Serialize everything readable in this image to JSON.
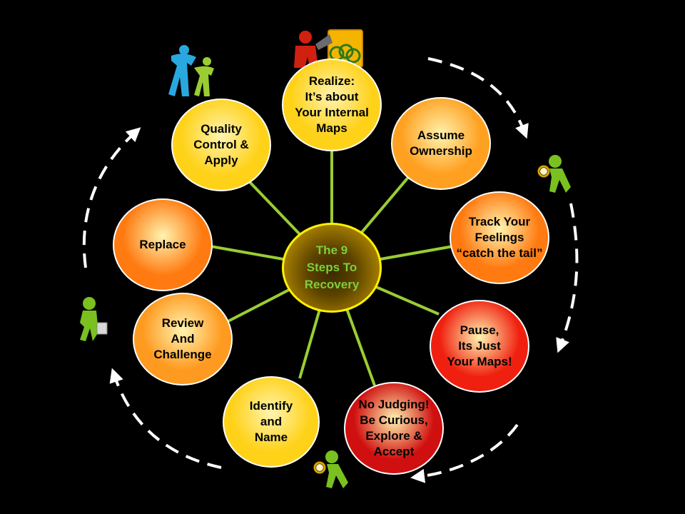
{
  "center": {
    "label": "The 9\nSteps To\nRecovery"
  },
  "steps": [
    {
      "label": "Realize:\nIt’s about\nYour Internal\nMaps",
      "color": "#ffd21a"
    },
    {
      "label": "Assume\nOwnership",
      "color": "#ffa020"
    },
    {
      "label": "Track Your\nFeelings\n“catch the tail”",
      "color": "#ff7a10"
    },
    {
      "label": "Pause,\nIts Just\nYour Maps!",
      "color": "#f02010"
    },
    {
      "label": "No Judging!\nBe Curious,\nExplore &\nAccept",
      "color": "#d01010"
    },
    {
      "label": "Identify\nand\nName",
      "color": "#ffd21a"
    },
    {
      "label": "Review\nAnd\nChallenge",
      "color": "#ff9a20"
    },
    {
      "label": "Replace",
      "color": "#ff7a10"
    },
    {
      "label": "Quality\nControl &\nApply",
      "color": "#ffd21a"
    }
  ],
  "colors": {
    "background": "#000000",
    "spoke": "#9acd32",
    "arrow": "#ffffff",
    "hub_text": "#7fcf3a",
    "figure": "#7ac020"
  }
}
